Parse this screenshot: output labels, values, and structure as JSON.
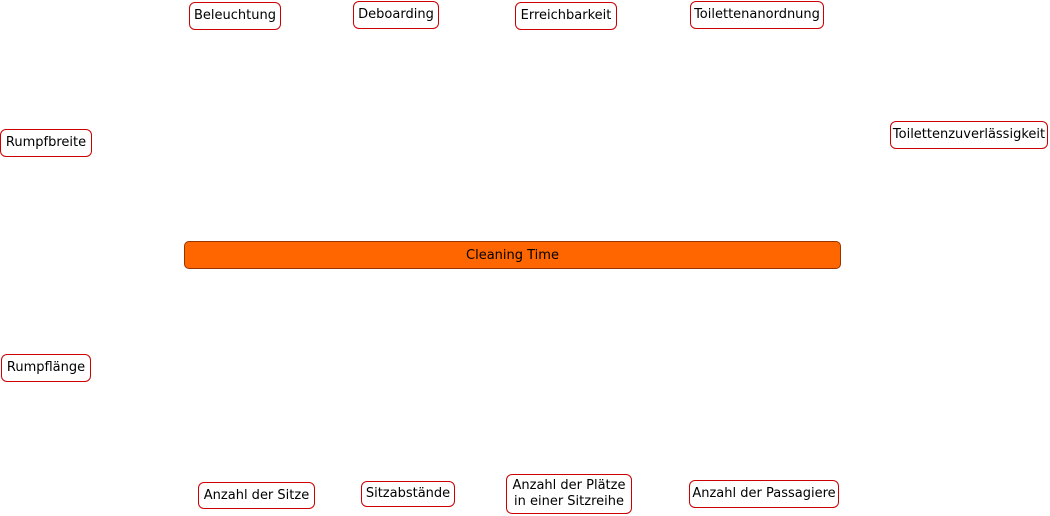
{
  "diagram": {
    "center": {
      "label": "Cleaning Time",
      "fill_color": "#ff6600"
    },
    "border_color": "#cc0000",
    "nodes": {
      "beleuchtung": "Beleuchtung",
      "deboarding": "Deboarding",
      "erreichbarkeit": "Erreichbarkeit",
      "toilettenanordnung": "Toilettenanordnung",
      "rumpfbreite": "Rumpfbreite",
      "toilettenzuverlaessigkeit": "Toilettenzuverlässigkeit",
      "rumpflaenge": "Rumpflänge",
      "anzahl_sitze": "Anzahl der Sitze",
      "sitzabstaende": "Sitzabstände",
      "anzahl_plaetze": "Anzahl der Plätze\n in einer Sitzreihe",
      "anzahl_passagiere": "Anzahl der Passagiere"
    }
  }
}
